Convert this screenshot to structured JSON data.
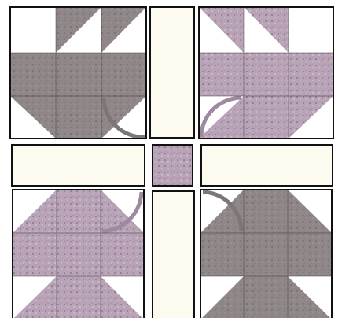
{
  "title": "",
  "colors": {
    "background": "#ffffff",
    "sashing": "#fdfbf0",
    "outline": "#111111",
    "gray_fabric": "#8f8788",
    "pink_fabric": "#b8a3b7",
    "stem_gray": "#7d7679",
    "stem_pink": "#9e8aa0"
  },
  "blocks": [
    {
      "name": "maple-leaf-top-left",
      "fabric": "gray",
      "stem_corner": "bottom-right"
    },
    {
      "name": "maple-leaf-top-right",
      "fabric": "pink",
      "stem_corner": "bottom-left"
    },
    {
      "name": "maple-leaf-bottom-left",
      "fabric": "pink",
      "stem_corner": "top-right"
    },
    {
      "name": "maple-leaf-bottom-right",
      "fabric": "gray",
      "stem_corner": "top-left"
    }
  ],
  "cornerstone": {
    "fabric": "pink"
  }
}
